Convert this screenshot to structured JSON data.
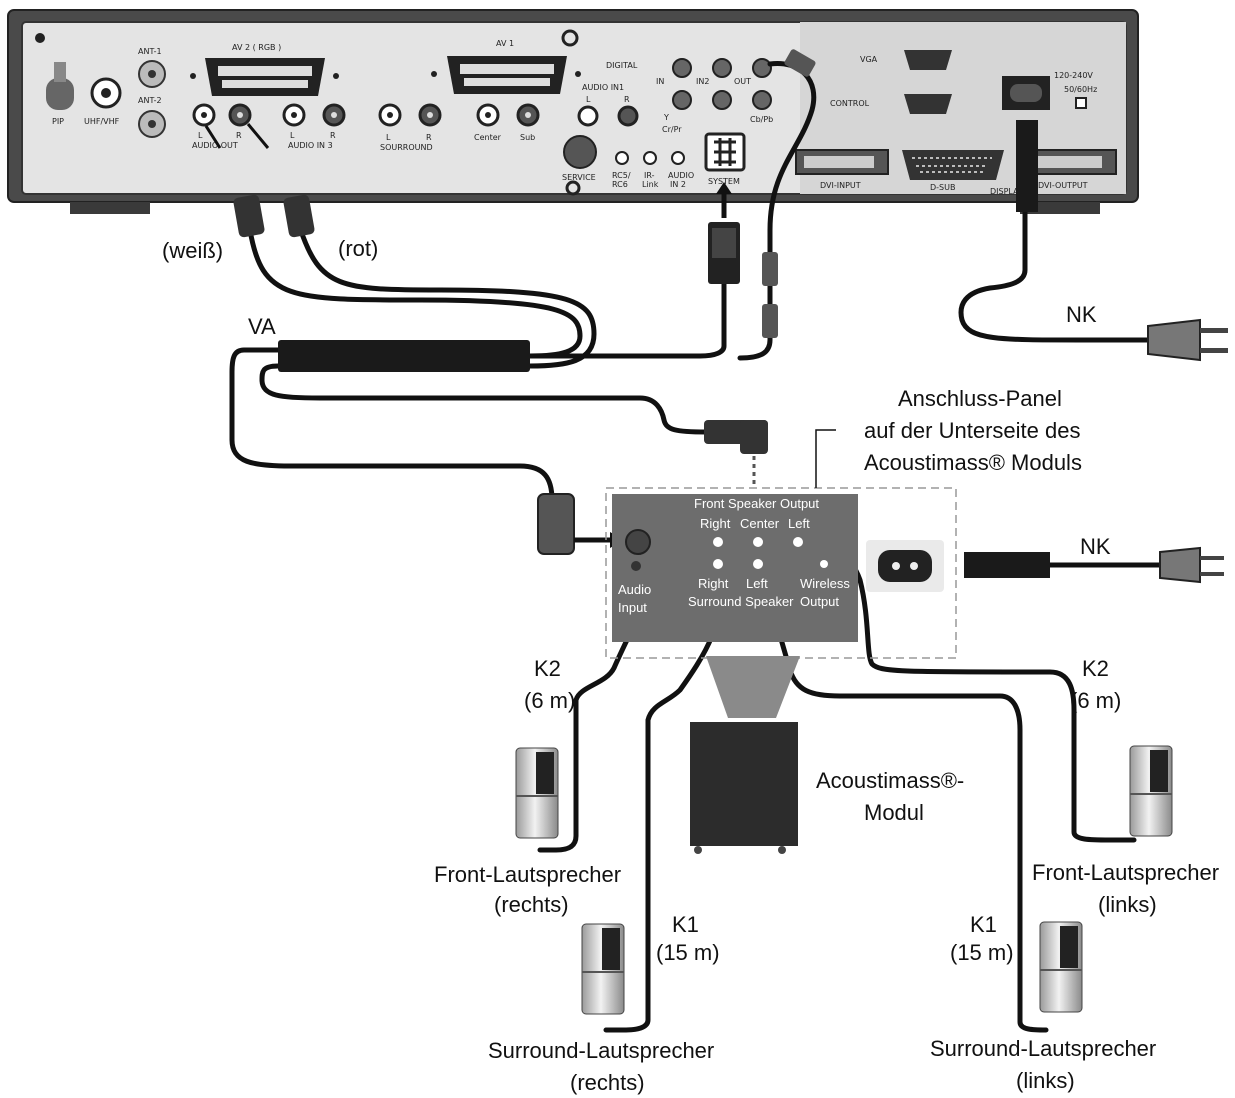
{
  "receiver": {
    "ports": {
      "pip": "PIP",
      "uhf_vhf": "UHF/VHF",
      "ant1": "ANT-1",
      "ant2": "ANT-2",
      "av2": "AV 2 ( RGB )",
      "av1": "AV 1",
      "audio_out_l": "L",
      "audio_out_r": "R",
      "audio_out": "AUDIO OUT",
      "audio_in3_l": "L",
      "audio_in3_r": "R",
      "audio_in3": "AUDIO IN 3",
      "surround_l": "L",
      "surround_r": "R",
      "surround": "SOURROUND",
      "center": "Center",
      "sub": "Sub",
      "digital": "DIGITAL",
      "digital_in": "IN",
      "digital_in2": "IN2",
      "digital_out": "OUT",
      "audio_in1": "AUDIO IN1",
      "audio_in1_l": "L",
      "audio_in1_r": "R",
      "y": "Y",
      "crpr": "Cr/Pr",
      "cbpb": "Cb/Pb",
      "service": "SERVICE",
      "rc5": "RC5/",
      "rc6": "RC6",
      "ir": "IR-",
      "link": "Link",
      "audio": "AUDIO",
      "in2": "IN 2",
      "system": "SYSTEM",
      "vga": "VGA",
      "control": "CONTROL",
      "dvi_input": "DVI-INPUT",
      "dsub": "D-SUB",
      "display": "DISPLAY",
      "dvi_output": "DVI-OUTPUT",
      "power": "120-240V",
      "hz": "50/60Hz"
    }
  },
  "labels": {
    "white": "(weiß)",
    "red": "(rot)",
    "va": "VA",
    "nk_top": "NK",
    "nk_mid": "NK",
    "panel_line1": "Anschluss-Panel",
    "panel_line2": "auf der Unterseite des",
    "panel_line3": "Acoustimass® Moduls",
    "k2_left": "K2",
    "k2_left_len": "(6 m)",
    "k2_right": "K2",
    "k2_right_len": "(6 m)",
    "k1_left": "K1",
    "k1_left_len": "(15 m)",
    "k1_right": "K1",
    "k1_right_len": "(15 m)",
    "module_line1": "Acoustimass®-",
    "module_line2": "Modul",
    "front_right_1": "Front-Lautsprecher",
    "front_right_2": "(rechts)",
    "front_left_1": "Front-Lautsprecher",
    "front_left_2": "(links)",
    "surround_right_1": "Surround-Lautsprecher",
    "surround_right_2": "(rechts)",
    "surround_left_1": "Surround-Lautsprecher",
    "surround_left_2": "(links)"
  },
  "panel": {
    "front_output": "Front Speaker Output",
    "right": "Right",
    "center": "Center",
    "left": "Left",
    "audio": "Audio",
    "input": "Input",
    "surround_right": "Right",
    "surround_left": "Left",
    "surround_speaker": "Surround Speaker",
    "wireless": "Wireless",
    "output": "Output"
  },
  "colors": {
    "chassis": "#4a4a4a",
    "panel": "#6d6d6d",
    "cable": "#111111"
  }
}
